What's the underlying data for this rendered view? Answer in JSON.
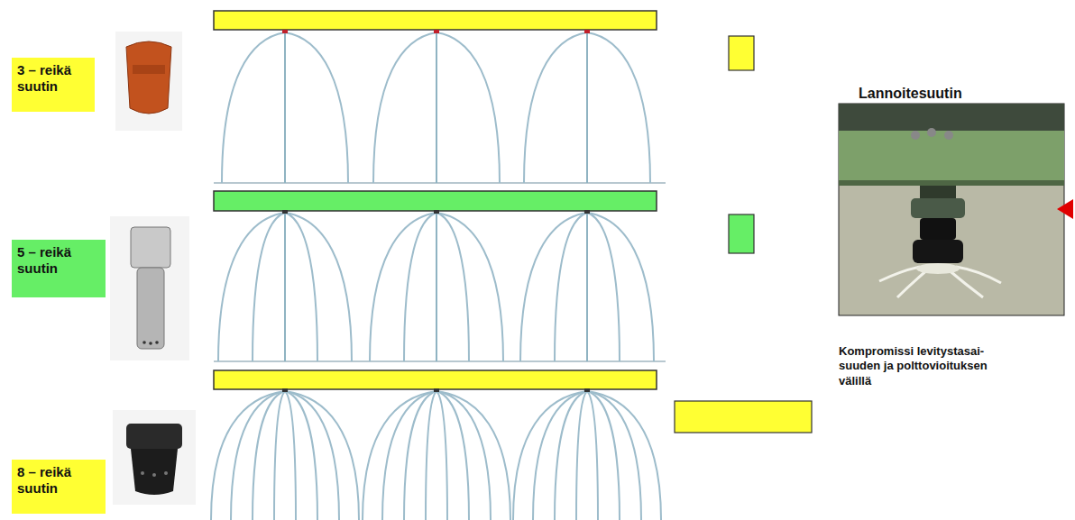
{
  "diagram": {
    "nodes": [
      {
        "text": [
          "3 – reikä suutin"
        ]
      },
      {
        "text": [
          "5 – reikä suutin"
        ]
      },
      {
        "text": [
          "8 – reikä suutin"
        ]
      }
    ],
    "labels": [
      "Lannoitesuutin",
      "Kompromissi levitystasai- suuden ja polttovioituksen välillä"
    ]
  }
}
